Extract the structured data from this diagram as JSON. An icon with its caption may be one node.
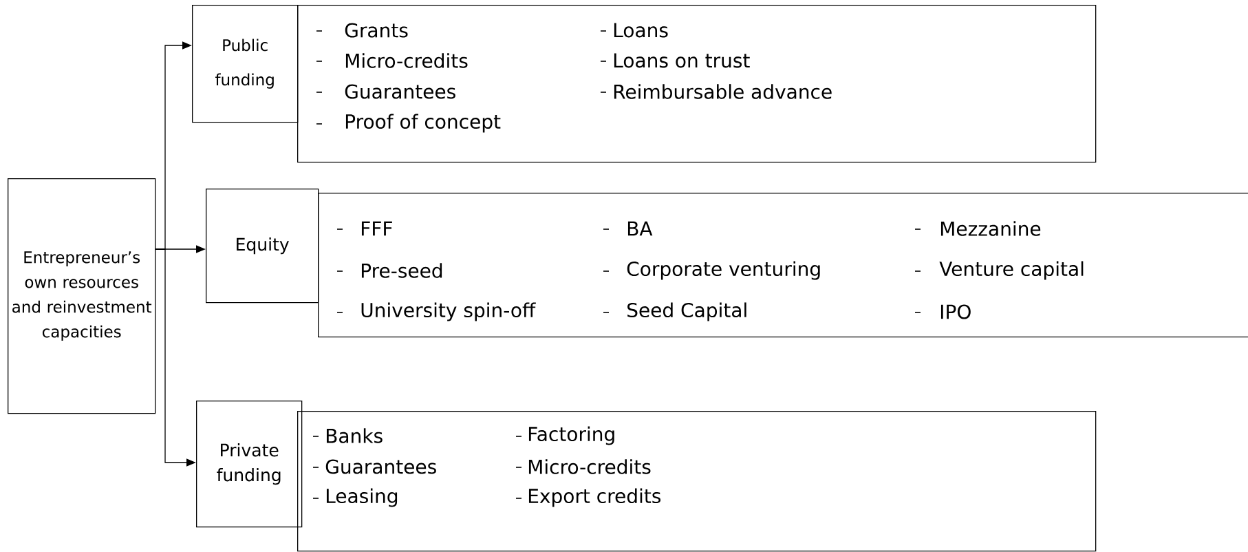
{
  "diagram": {
    "nodes": [
      {
        "text": [
          "Entrepreneur’s own resources and reinvestment capacities"
        ]
      },
      {
        "text": [
          "Public funding"
        ]
      },
      {
        "text": [
          "Grants",
          "Loans",
          "Micro-credits",
          "Loans on trust",
          "Guarantees",
          "Reimbursable advance",
          "Proof of concept"
        ]
      },
      {
        "text": [
          "Equity"
        ]
      },
      {
        "text": [
          "FFF",
          "BA",
          "Mezzanine",
          "Pre-seed",
          "Corporate venturing",
          "Venture capital",
          "University spin-off",
          "Seed Capital",
          "IPO"
        ]
      },
      {
        "text": [
          "Private funding"
        ]
      },
      {
        "text": [
          "Banks",
          "Factoring",
          "Guarantees",
          "Micro-credits",
          "Leasing",
          "Export credits"
        ]
      }
    ],
    "edges": [
      {
        "from": 0,
        "to": 1,
        "arrow": "to"
      },
      {
        "from": 0,
        "to": 3,
        "arrow": "to"
      },
      {
        "from": 0,
        "to": 5,
        "arrow": "to"
      }
    ]
  }
}
